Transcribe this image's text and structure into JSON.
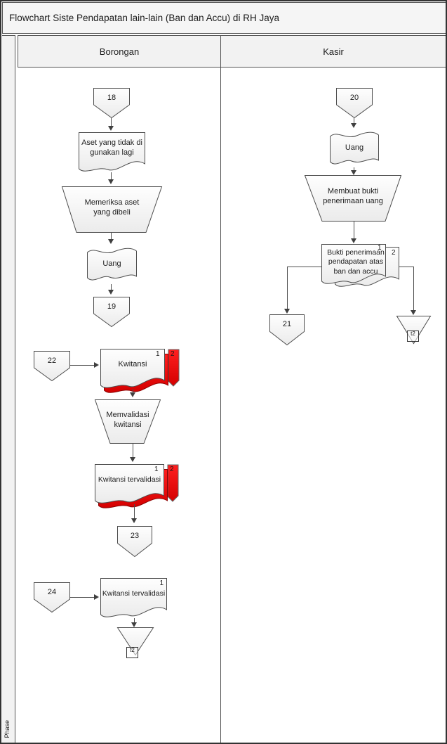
{
  "title": "Flowchart Siste Pendapatan lain-lain (Ban dan Accu) di RH Jaya",
  "phase_label": "Phase",
  "lanes": {
    "borongan": "Borongan",
    "kasir": "Kasir"
  },
  "copies": {
    "one": "1",
    "two": "2"
  },
  "borongan": {
    "connector_18": "18",
    "doc_aset": "Aset yang tidak di gunakan lagi",
    "op_memeriksa": "Memeriksa aset yang dibeli",
    "doc_uang": "Uang",
    "connector_19": "19",
    "connector_22": "22",
    "doc_kwitansi": "Kwitansi",
    "op_memvalidasi": "Memvalidasi kwitansi",
    "doc_kwitansi_tervalidasi": "Kwitansi tervalidasi",
    "connector_23": "23",
    "connector_24": "24",
    "doc_kwitansi_tervalidasi_arsip": "Kwitansi tervalidasi",
    "archive_label": "t2"
  },
  "kasir": {
    "connector_20": "20",
    "doc_uang": "Uang",
    "op_membuat_bukti": "Membuat bukti penerimaan uang",
    "doc_bukti": "Bukti penerimaan pendapatan atas ban dan accu",
    "connector_21": "21",
    "archive_label": "t2"
  },
  "colors": {
    "copy2_red": "#e60000",
    "shape_border": "#4d4d4d",
    "header_bg": "#f2f2f2"
  }
}
